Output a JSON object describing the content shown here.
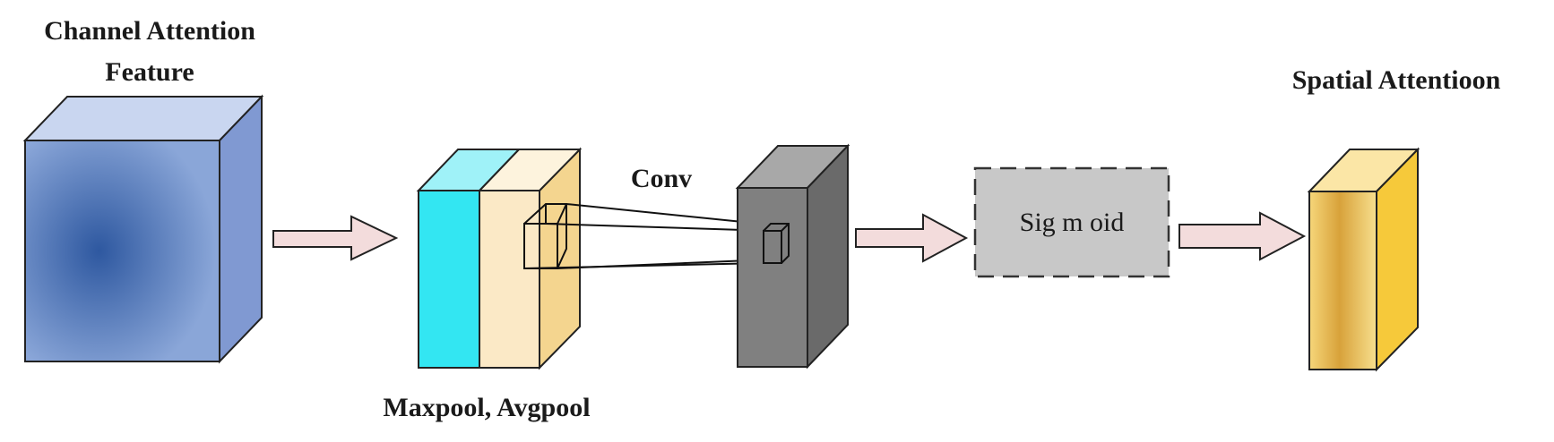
{
  "labels": {
    "channel_feature_line1": "Channel Attention",
    "channel_feature_line2": "Feature",
    "pool": "Maxpool, Avgpool",
    "conv": "Conv",
    "sigmoid": "Sig m oid",
    "spatial": "Spatial Attentioon"
  },
  "colors": {
    "channel_front_center": "#2e58a0",
    "channel_front_edge": "#8aa6d8",
    "channel_top": "#c9d6f0",
    "channel_side": "#8099d2",
    "maxpool_front": "#33e6f2",
    "maxpool_top": "#9ff2f8",
    "avgpool_front": "#fbe9c6",
    "avgpool_top": "#fdf3dd",
    "avgpool_side": "#f4d58f",
    "conv_front": "#808080",
    "conv_top": "#a8a8a8",
    "conv_side": "#6a6a6a",
    "sigmoid_fill": "#c8c8c8",
    "arrow_fill": "#f3dcdc",
    "spatial_front": "#e6b23a",
    "spatial_top": "#fbe6a6",
    "spatial_side": "#f6c93a"
  }
}
